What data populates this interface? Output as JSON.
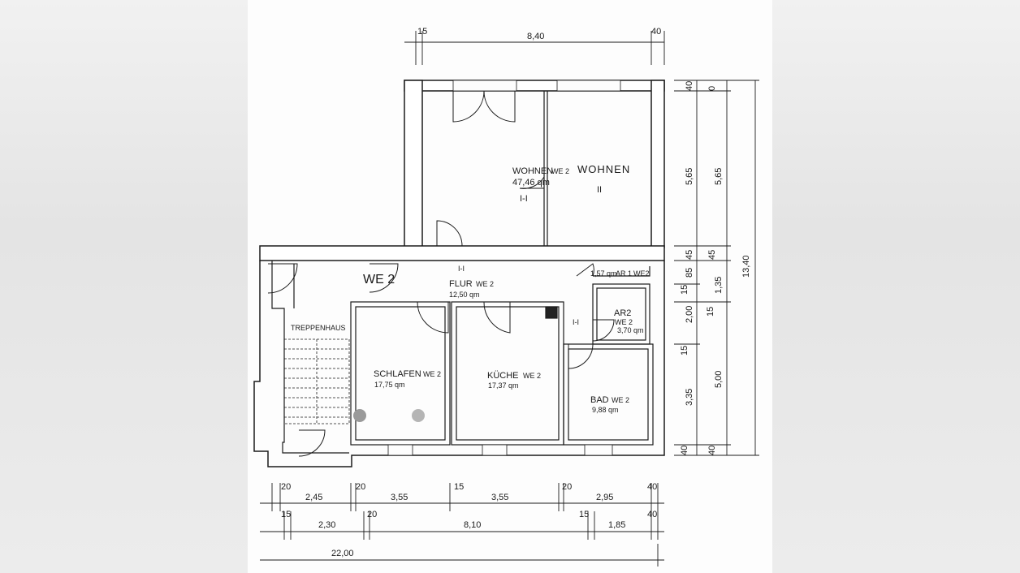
{
  "rooms": {
    "wohnen_we2": {
      "name": "WOHNEN",
      "unit": "WE 2",
      "area": "47,46 qm",
      "mark": "I-I"
    },
    "wohnen_hand": {
      "name": "WOHNEN",
      "mark": "II"
    },
    "we2_label": "WE 2",
    "flur": {
      "name": "FLUR",
      "unit": "WE 2",
      "area": "12,50 qm"
    },
    "ar1": {
      "area": "1,57 qm",
      "name": "AR 1",
      "unit": "WE2"
    },
    "ar2": {
      "name": "AR2",
      "unit": "WE 2",
      "area": "3,70 qm"
    },
    "treppenhaus": "TREPPENHAUS",
    "schlafen": {
      "name": "SCHLAFEN",
      "unit": "WE 2",
      "area": "17,75 qm"
    },
    "kueche": {
      "name": "KÜCHE",
      "unit": "WE 2",
      "area": "17,37 qm"
    },
    "bad": {
      "name": "BAD",
      "unit": "WE 2",
      "area": "9,88 qm"
    },
    "flur_mark": "I-I",
    "kueche_mark": "I-I"
  },
  "dimensions": {
    "top": [
      "15",
      "8,40",
      "40"
    ],
    "right_inner": [
      "40",
      "5,65",
      "45",
      "85",
      "15",
      "2,00",
      "15",
      "3,35",
      "40"
    ],
    "right_middle": [
      "0",
      "5,65",
      "45",
      "1,35",
      "15",
      "5,00",
      "40"
    ],
    "right_outer": [
      "13,40"
    ],
    "bottom_row1": [
      "20",
      "2,45",
      "20",
      "3,55",
      "15",
      "3,55",
      "20",
      "2,95",
      "40"
    ],
    "bottom_row2": [
      "15",
      "2,30",
      "20",
      "8,10",
      "15",
      "1,85",
      "40"
    ],
    "bottom_total": "22,00"
  }
}
